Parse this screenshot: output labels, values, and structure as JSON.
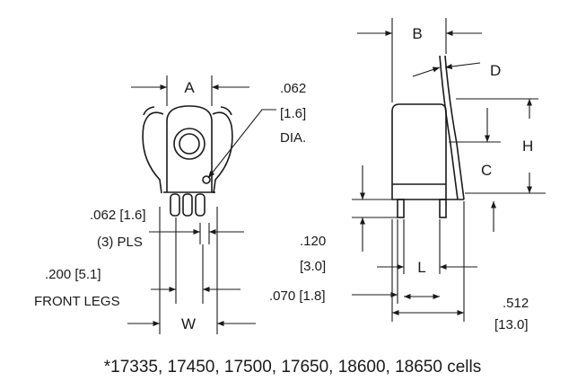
{
  "front_view": {
    "dim_a": "A",
    "dim_w": "W",
    "hole_dia_in": ".062",
    "hole_dia_mm": "[1.6]",
    "hole_dia_suffix": "DIA.",
    "pin_width": ".062 [1.6]",
    "pin_count": "(3) PLS",
    "front_legs_in": ".200 [5.1]",
    "front_legs_label": "FRONT LEGS"
  },
  "side_view": {
    "dim_b": "B",
    "dim_d": "D",
    "dim_h": "H",
    "dim_c": "C",
    "dim_l": "L",
    "pin_length_in": ".120",
    "pin_length_mm": "[3.0]",
    "leg_spacing": ".070 [1.8]",
    "overall_in": ".512",
    "overall_mm": "[13.0]"
  },
  "footnote": "*17335, 17450, 17500, 17650, 18600, 18650 cells",
  "colors": {
    "ink": "#1a1a1a",
    "background": "#ffffff"
  }
}
